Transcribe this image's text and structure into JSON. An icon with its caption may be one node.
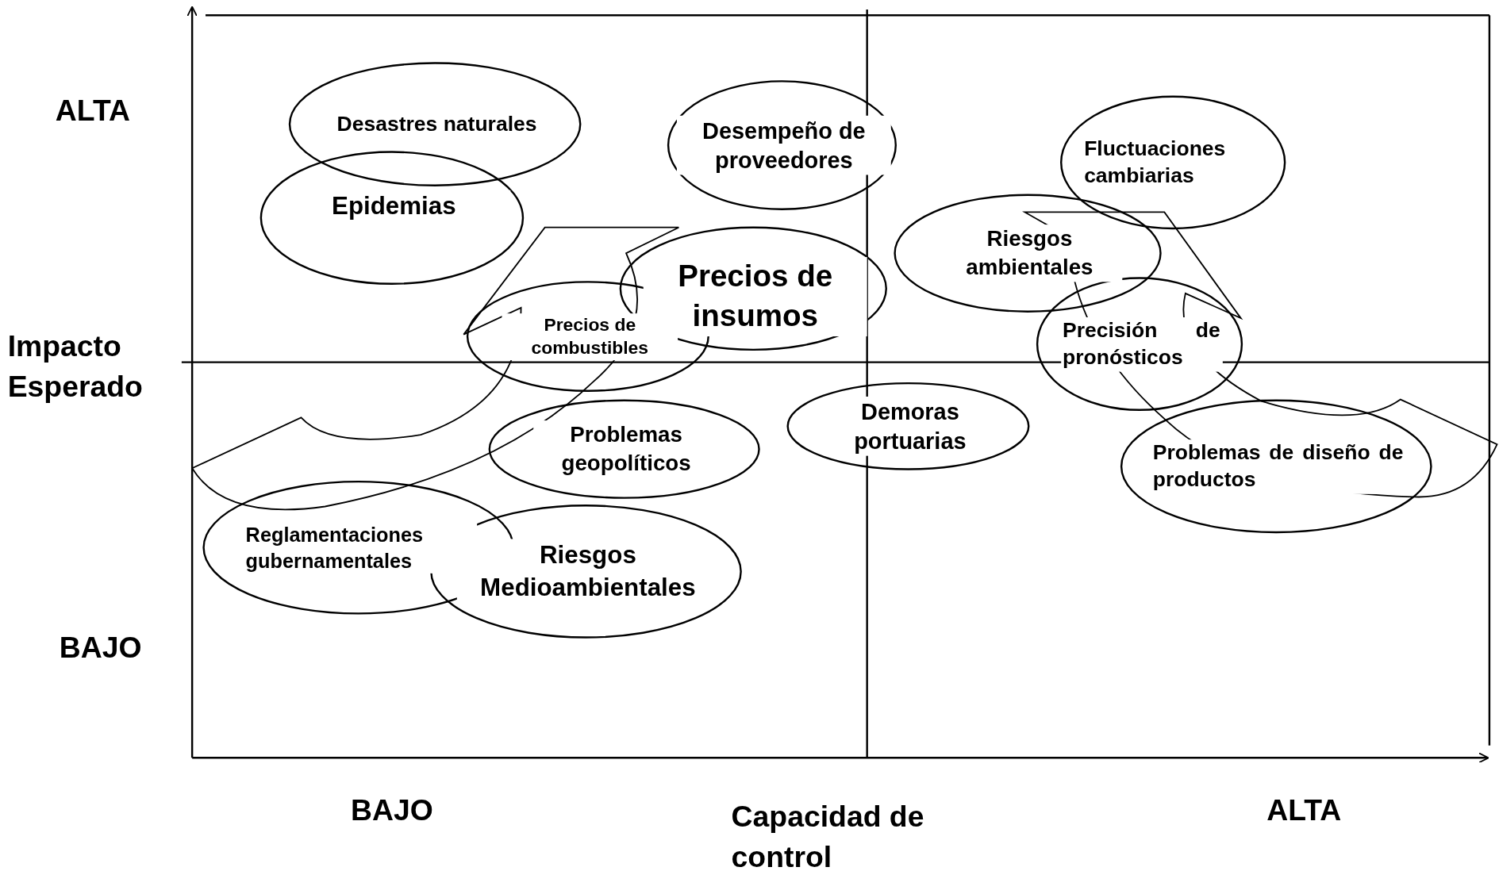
{
  "diagram": {
    "nodes": [
      {
        "text": [
          "Desastres naturales"
        ]
      },
      {
        "text": [
          "Desempeño de proveedores"
        ]
      },
      {
        "text": [
          "Epidemias"
        ]
      },
      {
        "text": [
          "Fluctuaciones cambiarias"
        ]
      },
      {
        "text": [
          "Riesgos ambientales"
        ]
      },
      {
        "text": [
          "Precios de insumos"
        ]
      },
      {
        "text": [
          "Precios de combustibles"
        ]
      },
      {
        "text": [
          "Precisión de pronósticos"
        ]
      },
      {
        "text": [
          "Demoras portuarias"
        ]
      },
      {
        "text": [
          "Problemas geopolíticos"
        ]
      },
      {
        "text": [
          "Problemas de diseño de productos"
        ]
      },
      {
        "text": [
          "Reglamentaciones gubernamentales"
        ]
      },
      {
        "text": [
          "Riesgos Medioambientales"
        ]
      }
    ],
    "labels": [
      "ALTA",
      "Impacto Esperado",
      "BAJO",
      "BAJO",
      "Capacidad de control",
      "ALTA"
    ]
  }
}
